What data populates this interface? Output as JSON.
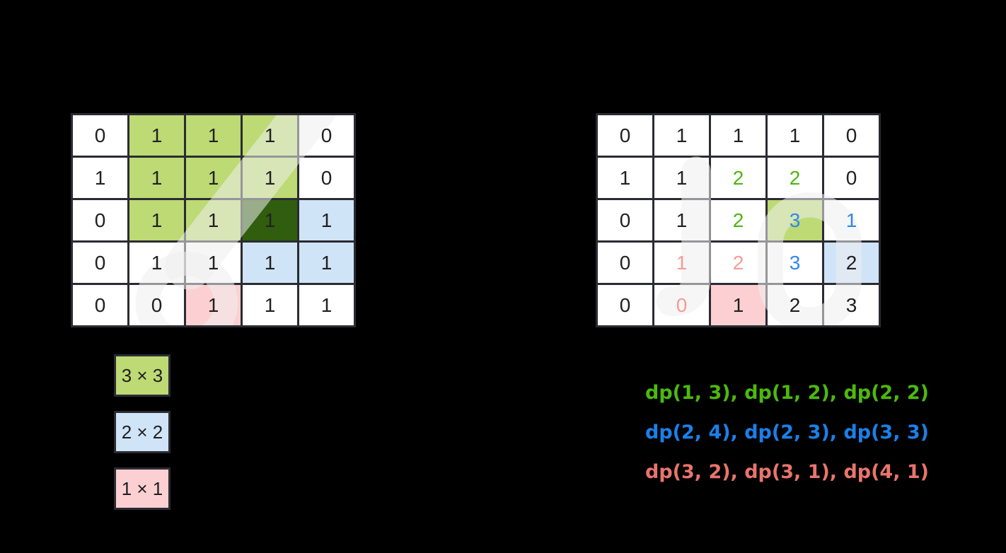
{
  "palette": {
    "background": "#000000",
    "grid_line": "#2b2b33",
    "cell_white": "#ffffff",
    "cell_green": "#bdda74",
    "cell_dark_green": "#305d0e",
    "cell_blue": "#d0e4f8",
    "cell_pink": "#fcd0d2",
    "number_black": "#212121",
    "number_green": "#4db513",
    "number_blue": "#2f88e8",
    "number_pink": "#f49c98",
    "dp_text_green": "#4cb90e",
    "dp_text_blue": "#1a80ea",
    "dp_text_pink": "#e9746c"
  },
  "matrix_grid": {
    "rows": 5,
    "cols": 5,
    "cells": [
      {
        "value": "0",
        "bg": "white",
        "fg": "black"
      },
      {
        "value": "1",
        "bg": "green",
        "fg": "black"
      },
      {
        "value": "1",
        "bg": "green",
        "fg": "black"
      },
      {
        "value": "1",
        "bg": "green",
        "fg": "black"
      },
      {
        "value": "0",
        "bg": "white",
        "fg": "black"
      },
      {
        "value": "1",
        "bg": "white",
        "fg": "black"
      },
      {
        "value": "1",
        "bg": "green",
        "fg": "black"
      },
      {
        "value": "1",
        "bg": "green",
        "fg": "black"
      },
      {
        "value": "1",
        "bg": "green",
        "fg": "black"
      },
      {
        "value": "0",
        "bg": "white",
        "fg": "black"
      },
      {
        "value": "0",
        "bg": "white",
        "fg": "black"
      },
      {
        "value": "1",
        "bg": "green",
        "fg": "black"
      },
      {
        "value": "1",
        "bg": "green",
        "fg": "black"
      },
      {
        "value": "1",
        "bg": "darkgreen",
        "fg": "black"
      },
      {
        "value": "1",
        "bg": "blue",
        "fg": "black"
      },
      {
        "value": "0",
        "bg": "white",
        "fg": "black"
      },
      {
        "value": "1",
        "bg": "white",
        "fg": "black"
      },
      {
        "value": "1",
        "bg": "white",
        "fg": "black"
      },
      {
        "value": "1",
        "bg": "blue",
        "fg": "black"
      },
      {
        "value": "1",
        "bg": "blue",
        "fg": "black"
      },
      {
        "value": "0",
        "bg": "white",
        "fg": "black"
      },
      {
        "value": "0",
        "bg": "white",
        "fg": "black"
      },
      {
        "value": "1",
        "bg": "pink",
        "fg": "black"
      },
      {
        "value": "1",
        "bg": "white",
        "fg": "black"
      },
      {
        "value": "1",
        "bg": "white",
        "fg": "black"
      }
    ]
  },
  "dp_grid": {
    "rows": 5,
    "cols": 5,
    "cells": [
      {
        "value": "0",
        "bg": "white",
        "fg": "black"
      },
      {
        "value": "1",
        "bg": "white",
        "fg": "black"
      },
      {
        "value": "1",
        "bg": "white",
        "fg": "black"
      },
      {
        "value": "1",
        "bg": "white",
        "fg": "black"
      },
      {
        "value": "0",
        "bg": "white",
        "fg": "black"
      },
      {
        "value": "1",
        "bg": "white",
        "fg": "black"
      },
      {
        "value": "1",
        "bg": "white",
        "fg": "black"
      },
      {
        "value": "2",
        "bg": "white",
        "fg": "green"
      },
      {
        "value": "2",
        "bg": "white",
        "fg": "green"
      },
      {
        "value": "0",
        "bg": "white",
        "fg": "black"
      },
      {
        "value": "0",
        "bg": "white",
        "fg": "black"
      },
      {
        "value": "1",
        "bg": "white",
        "fg": "black"
      },
      {
        "value": "2",
        "bg": "white",
        "fg": "green"
      },
      {
        "value": "3",
        "bg": "green",
        "fg": "blue"
      },
      {
        "value": "1",
        "bg": "white",
        "fg": "blue"
      },
      {
        "value": "0",
        "bg": "white",
        "fg": "black"
      },
      {
        "value": "1",
        "bg": "white",
        "fg": "pink"
      },
      {
        "value": "2",
        "bg": "white",
        "fg": "pink"
      },
      {
        "value": "3",
        "bg": "white",
        "fg": "blue"
      },
      {
        "value": "2",
        "bg": "blue",
        "fg": "black"
      },
      {
        "value": "0",
        "bg": "white",
        "fg": "black"
      },
      {
        "value": "0",
        "bg": "white",
        "fg": "pink"
      },
      {
        "value": "1",
        "bg": "pink",
        "fg": "black"
      },
      {
        "value": "2",
        "bg": "white",
        "fg": "black"
      },
      {
        "value": "3",
        "bg": "white",
        "fg": "black"
      }
    ]
  },
  "legend": {
    "items": [
      {
        "label": "3 × 3",
        "color": "green"
      },
      {
        "label": "2 × 2",
        "color": "blue"
      },
      {
        "label": "1 × 1",
        "color": "pink"
      }
    ]
  },
  "dp_annotations": {
    "lines": [
      {
        "text": "dp(1, 3), dp(1, 2), dp(2, 2)",
        "color": "green"
      },
      {
        "text": "dp(2, 4), dp(2, 3), dp(3, 3)",
        "color": "blue"
      },
      {
        "text": "dp(3, 2), dp(3, 1), dp(4, 1)",
        "color": "pink"
      }
    ]
  }
}
